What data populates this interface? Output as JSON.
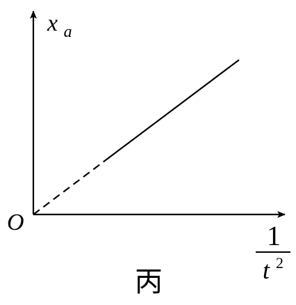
{
  "chart_data": {
    "type": "line",
    "origin_label": "O",
    "y_axis": {
      "symbol": "x",
      "subscript": "a"
    },
    "x_axis": {
      "numerator": "1",
      "denominator_base": "t",
      "denominator_exponent": "2"
    },
    "caption": "丙",
    "series": [
      {
        "solid_segment": {
          "x": [
            0.34,
            1.0
          ],
          "y": [
            0.34,
            1.0
          ]
        },
        "dashed_segment": {
          "x": [
            0.0,
            0.34
          ],
          "y": [
            0.0,
            0.34
          ]
        }
      }
    ],
    "ticks": "none",
    "grid": false,
    "legend": "none"
  }
}
